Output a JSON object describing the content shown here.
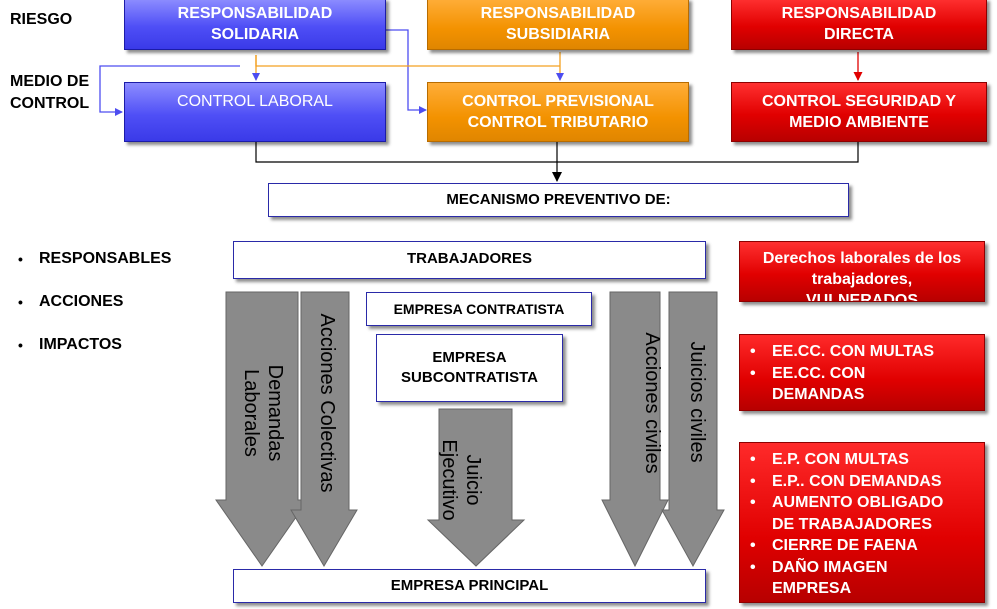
{
  "left_labels": {
    "riesgo": "RIESGO",
    "medio_de": "MEDIO DE",
    "control": "CONTROL"
  },
  "top_row": [
    {
      "line1": "RESPONSABILIDAD",
      "line2": "SOLIDARIA",
      "color": "#4f4ff6"
    },
    {
      "line1": "RESPONSABILIDAD",
      "line2": "SUBSIDIARIA",
      "color": "#f39200"
    },
    {
      "line1": "RESPONSABILIDAD",
      "line2": "DIRECTA",
      "color": "#e10000"
    }
  ],
  "control_row": [
    {
      "line1": "CONTROL LABORAL",
      "line2": ""
    },
    {
      "line1": "CONTROL PREVISIONAL",
      "line2": "CONTROL TRIBUTARIO"
    },
    {
      "line1": "CONTROL SEGURIDAD Y",
      "line2": "MEDIO AMBIENTE"
    }
  ],
  "mechanism": "MECANISMO PREVENTIVO DE:",
  "side_bullets": [
    "RESPONSABLES",
    "ACCIONES",
    "IMPACTOS"
  ],
  "center": {
    "trabajadores": "TRABAJADORES",
    "empresa_contratista": "EMPRESA CONTRATISTA",
    "empresa_subcontratista_line1": "EMPRESA",
    "empresa_subcontratista_line2": "SUBCONTRATISTA",
    "empresa_principal": "EMPRESA PRINCIPAL"
  },
  "arrows": {
    "demandas_line1": "Demandas",
    "demandas_line2": "Laborales",
    "acciones_colectivas": "Acciones Colectivas",
    "juicio_line1": "Juicio",
    "juicio_line2": "Ejecutivo",
    "acciones_civiles": "Acciones  civiles",
    "juicios_civiles": "Juicios civiles"
  },
  "impacts": {
    "trabajadores": {
      "line1": "Derechos laborales de los",
      "line2": "trabajadores,",
      "line3": "VULNERADOS"
    },
    "contratistas": [
      {
        "line1": "EE.CC. CON MULTAS",
        "line2": ""
      },
      {
        "line1": "EE.CC. CON",
        "line2": "DEMANDAS"
      }
    ],
    "principal": [
      {
        "line1": "E.P. CON MULTAS",
        "line2": ""
      },
      {
        "line1": "E.P.. CON DEMANDAS",
        "line2": ""
      },
      {
        "line1": "AUMENTO OBLIGADO",
        "line2": "DE TRABAJADORES"
      },
      {
        "line1": "CIERRE DE FAENA",
        "line2": ""
      },
      {
        "line1": "DAÑO IMAGEN",
        "line2": "EMPRESA"
      }
    ]
  },
  "colors": {
    "blue": "#4f4ff6",
    "orange": "#f39200",
    "red": "#e10000",
    "gray_arrow": "#8a8a8a",
    "connector_blue": "#4d4df0",
    "connector_orange": "#f3a020",
    "connector_red": "#e00000"
  }
}
